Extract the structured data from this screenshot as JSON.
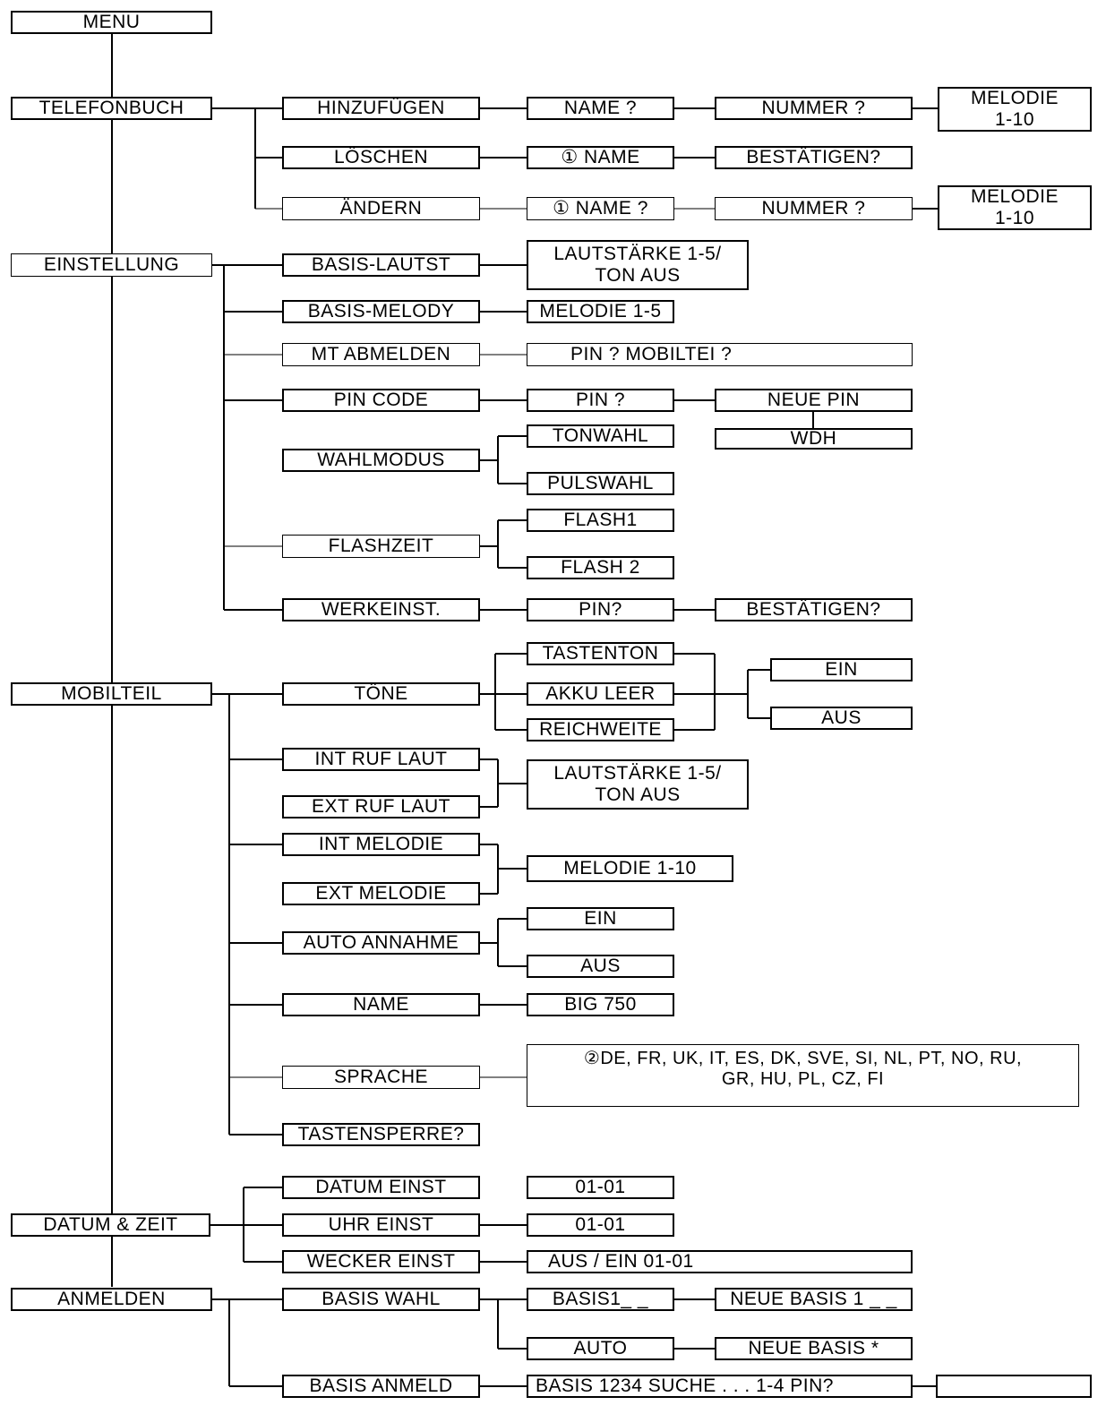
{
  "nodes": {
    "menu": "MENU",
    "telefonbuch": "TELEFONBUCH",
    "einstellung": "EINSTELLUNG",
    "mobilteil": "MOBILTEIL",
    "datum_zeit": "DATUM & ZEIT",
    "anmelden": "ANMELDEN",
    "hinzufuegen": "HINZUFÜGEN",
    "loeschen": "LÖSCHEN",
    "aendern": "ÄNDERN",
    "name_q1": "NAME ?",
    "loeschen_name": "① NAME",
    "aendern_name": "① NAME ?",
    "nummer_q1": "NUMMER ?",
    "bestaetigen1": "BESTÄTIGEN?",
    "nummer_q2": "NUMMER ?",
    "melodie_1_10_a": "MELODIE\n1-10",
    "melodie_1_10_b": "MELODIE\n1-10",
    "basis_lautst": "BASIS-LAUTST",
    "basis_melody": "BASIS-MELODY",
    "mt_abmelden": "MT ABMELDEN",
    "pin_code": "PIN CODE",
    "wahlmodus": "WAHLMODUS",
    "flashzeit": "FLASHZEIT",
    "werkeinst": "WERKEINST.",
    "lautstaerke1": "LAUTSTÄRKE 1-5/\nTON AUS",
    "melodie_1_5": "MELODIE 1-5",
    "pin_mobilteil": "PIN ? MOBILTEI ?",
    "pin_q": "PIN ?",
    "neue_pin": "NEUE PIN",
    "wdh": "WDH",
    "tonwahl": "TONWAHL",
    "pulswahl": "PULSWAHL",
    "flash1": "FLASH1",
    "flash2": "FLASH 2",
    "pin_q2": "PIN?",
    "bestaetigen2": "BESTÄTIGEN?",
    "toene": "TÖNE",
    "tastenton": "TASTENTON",
    "akku_leer": "AKKU LEER",
    "reichweite": "REICHWEITE",
    "ein1": "EIN",
    "aus1": "AUS",
    "int_ruf_laut": "INT RUF LAUT",
    "ext_ruf_laut": "EXT RUF LAUT",
    "lautstaerke2": "LAUTSTÄRKE 1-5/\nTON AUS",
    "int_melodie": "INT MELODIE",
    "ext_melodie": "EXT MELODIE",
    "melodie_1_10_c": "MELODIE 1-10",
    "auto_annahme": "AUTO ANNAHME",
    "ein2": "EIN",
    "aus2": "AUS",
    "name": "NAME",
    "big750": "BIG 750",
    "sprache": "SPRACHE",
    "sprachen": "②DE, FR, UK, IT, ES, DK, SVE, SI, NL, PT, NO, RU,\nGR, HU, PL, CZ, FI",
    "tastensperre": "TASTENSPERRE?",
    "datum_einst": "DATUM EINST",
    "uhr_einst": "UHR EINST",
    "wecker_einst": "WECKER EINST",
    "datum_val": "01-01",
    "uhr_val": "01-01",
    "wecker_val": "AUS / EIN 01-01",
    "basis_wahl": "BASIS WAHL",
    "basis_anmeld": "BASIS ANMELD",
    "basis1": "BASIS1_ _",
    "neue_basis1": "NEUE BASIS 1 _ _",
    "auto": "AUTO",
    "neue_basis_star": "NEUE BASIS *",
    "basis_suche": "BASIS 1234 SUCHE . . . 1-4 PIN?"
  }
}
